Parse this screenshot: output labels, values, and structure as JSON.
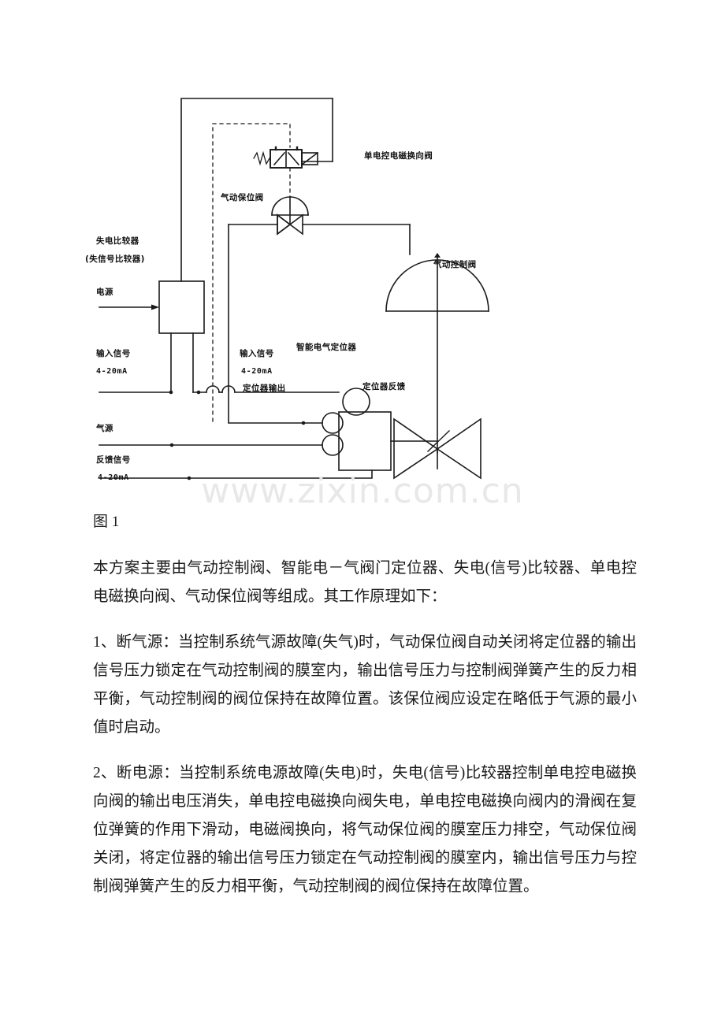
{
  "figure": {
    "caption": "图 1",
    "watermark": "www.zixin.com.cn",
    "labels": {
      "solenoid_valve": "单电控电磁换向阀",
      "keeper_valve": "气动保位阀",
      "comparator_line1": "失电比较器",
      "comparator_line2": "(失信号比较器)",
      "power_supply": "电源",
      "input_signal_left_line1": "输入信号",
      "input_signal_left_line2": "4-20mA",
      "input_signal_right_line1": "输入信号",
      "input_signal_right_line2": "4-20mA",
      "positioner": "智能电气定位器",
      "positioner_output": "定位器输出",
      "positioner_feedback": "定位器反馈",
      "air_source": "气源",
      "feedback_signal_line1": "反馈信号",
      "feedback_signal_line2": "4-20mA",
      "control_valve": "气动控制阀"
    }
  },
  "article": {
    "intro": "本方案主要由气动控制阀、智能电－气阀门定位器、失电(信号)比较器、单电控电磁换向阀、气动保位阀等组成。其工作原理如下：",
    "item1": "1、断气源：当控制系统气源故障(失气)时，气动保位阀自动关闭将定位器的输出信号压力锁定在气动控制阀的膜室内，输出信号压力与控制阀弹簧产生的反力相平衡，气动控制阀的阀位保持在故障位置。该保位阀应设定在略低于气源的最小值时启动。",
    "item2": "2、断电源：当控制系统电源故障(失电)时，失电(信号)比较器控制单电控电磁换向阀的输出电压消失，单电控电磁换向阀失电，单电控电磁换向阀内的滑阀在复位弹簧的作用下滑动，电磁阀换向，将气动保位阀的膜室压力排空，气动保位阀关闭，将定位器的输出信号压力锁定在气动控制阀的膜室内，输出信号压力与控制阀弹簧产生的反力相平衡，气动控制阀的阀位保持在故障位置。"
  },
  "colors": {
    "line": "#1a1a1a",
    "watermark": "#e8e8e8",
    "text": "#1a1a1a"
  }
}
